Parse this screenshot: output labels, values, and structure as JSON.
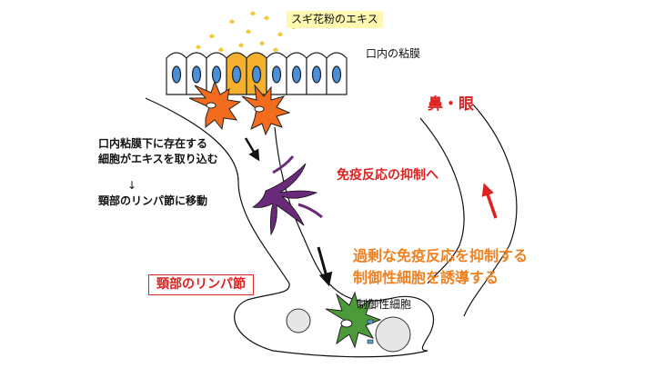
{
  "labels": {
    "pollen": "スギ花粉のエキス",
    "mucosa": "口内の粘膜",
    "uptake_line1": "口内粘膜下に存在する",
    "uptake_line2": "細胞がエキスを取り込む",
    "down_arrow": "↓",
    "migrate": "頸部のリンパ節に移動",
    "lymph_node": "頸部のリンパ節",
    "nose_eye": "鼻・眼",
    "suppress": "免疫反応の抑制へ",
    "induce_line1": "過剰な免疫反応を抑制する",
    "induce_line2": "制御性細胞を誘導する",
    "treg": "制御性細胞"
  },
  "colors": {
    "pollen": "#f3c93a",
    "epithelium_cell": "#ffffff",
    "epithelium_nucleus": "#4a90d9",
    "pollen_cells": "#f5b12e",
    "dendritic_cell": "#f36b1c",
    "migrating_cell": "#6a2a7a",
    "treg_cell": "#4c9a3a",
    "red_text": "#dd2222",
    "orange_text": "#f08020"
  }
}
